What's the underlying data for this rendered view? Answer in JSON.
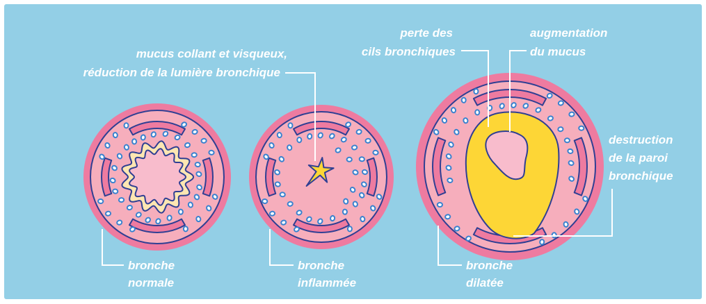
{
  "colors": {
    "background": "#93cfe6",
    "outer_ring": "#ee7ba0",
    "tissue": "#f6aebc",
    "outline": "#2f3f93",
    "muscle": "#ee7ba0",
    "gland_fill": "#ffffff",
    "gland_stroke": "#3a82cf",
    "lumen": "#f8bccc",
    "mucus": "#fdd636",
    "mucus_ring": "#fde6b2",
    "leader_line": "#ffffff"
  },
  "labels": {
    "mucus_line1": "mucus collant et visqueux,",
    "mucus_line2": "réduction de la lumière bronchique",
    "cils_line1": "perte des",
    "cils_line2": "cils bronchiques",
    "augment_line1": "augmentation",
    "augment_line2": "du mucus",
    "destruction_line1": "destruction",
    "destruction_line2": "de la paroi",
    "destruction_line3": "bronchique",
    "normale_line1": "bronche",
    "normale_line2": "normale",
    "inflammee_line1": "bronche",
    "inflammee_line2": "inflammée",
    "dilatee_line1": "bronche",
    "dilatee_line2": "dilatée"
  },
  "icons": [
    "bronchus-normal-icon",
    "bronchus-inflamed-icon",
    "bronchus-dilated-icon"
  ]
}
